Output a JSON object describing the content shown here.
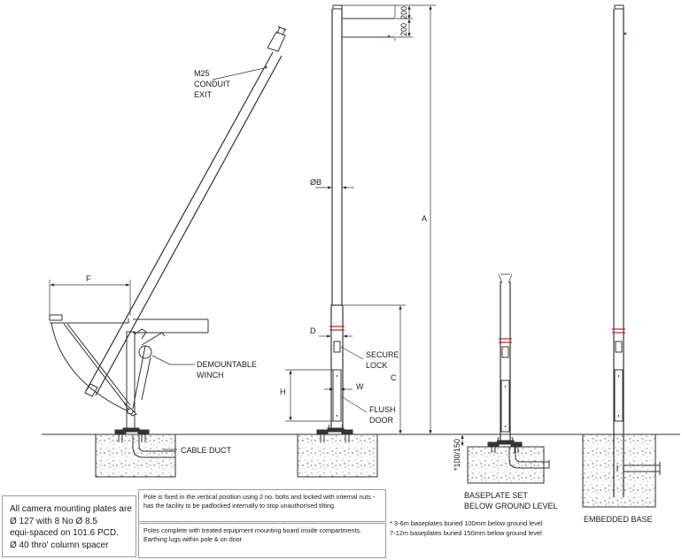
{
  "labels": {
    "conduit_exit_1": "M25",
    "conduit_exit_2": "CONDUIT",
    "conduit_exit_3": "EXIT",
    "winch_1": "DEMOUNTABLE",
    "winch_2": "WINCH",
    "cable_duct": "CABLE DUCT",
    "secure_lock_1": "SECURE",
    "secure_lock_2": "LOCK",
    "flush_door_1": "FLUSH",
    "flush_door_2": "DOOR",
    "baseplate_1": "BASEPLATE SET",
    "baseplate_2": "BELOW GROUND LEVEL",
    "embedded_base": "EMBEDDED BASE"
  },
  "dimensions": {
    "f": "F",
    "dia_b": "ØB",
    "a": "A",
    "d": "D",
    "h": "H",
    "w": "W",
    "c": "C",
    "top_200_a": "200",
    "top_200_b": "200",
    "burial": "*100/150"
  },
  "notes": {
    "specs": [
      "All camera mounting plates are",
      "Ø 127 with 8 No Ø 8.5",
      "equi-spaced on 101.6 PCD.",
      "Ø 40 thro' column spacer"
    ],
    "pole_fixing": "Pole is fixed in the vertical position using 2 no. bolts and locked with internal nuts - has the facility to be padlocked internally to stop unauthorised tilting.",
    "equipment": "Poles complete with treated equipment mounting board inside compartments. Earthing lugs within pole & on door",
    "buried": [
      "* 3-6m baseplates buried 100mm below ground level",
      "7-12m baseplates buried 150mm below ground level"
    ]
  }
}
